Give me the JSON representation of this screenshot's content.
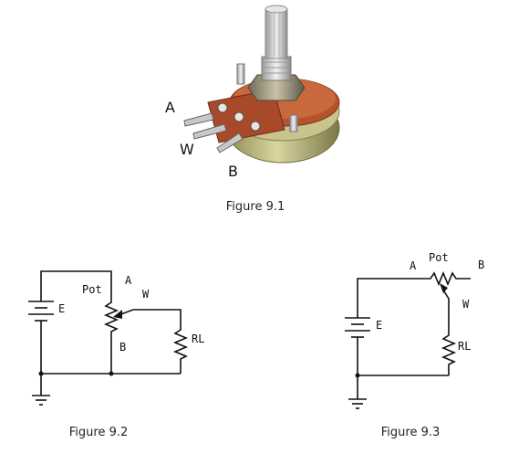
{
  "figure1": {
    "caption": "Figure 9.1",
    "pin_labels": {
      "a": "A",
      "w": "W",
      "b": "B"
    }
  },
  "figure2": {
    "caption": "Figure 9.2",
    "labels": {
      "pot": "Pot",
      "a": "A",
      "w": "W",
      "b": "B",
      "e": "E",
      "rl": "RL"
    }
  },
  "figure3": {
    "caption": "Figure 9.3",
    "labels": {
      "pot": "Pot",
      "a": "A",
      "b": "B",
      "w": "W",
      "e": "E",
      "rl": "RL"
    }
  }
}
